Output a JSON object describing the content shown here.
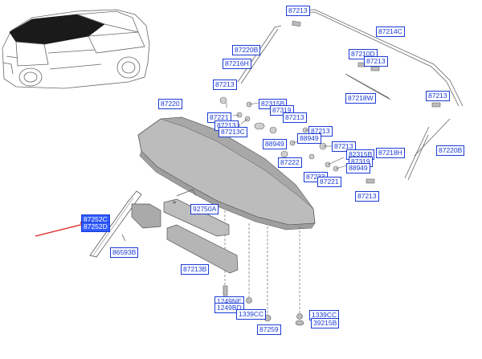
{
  "diagram": {
    "labels": [
      {
        "id": "p87213_top",
        "text": "87213"
      },
      {
        "id": "p87214c",
        "text": "87214C"
      },
      {
        "id": "p87220b_a",
        "text": "87220B"
      },
      {
        "id": "p87216h_a",
        "text": "87216H"
      },
      {
        "id": "p87210d",
        "text": "87210D"
      },
      {
        "id": "p87213_b",
        "text": "87213"
      },
      {
        "id": "p87213_c",
        "text": "87213"
      },
      {
        "id": "p87218w",
        "text": "87218W"
      },
      {
        "id": "p87213_r",
        "text": "87213"
      },
      {
        "id": "p87220",
        "text": "87220"
      },
      {
        "id": "p82315b_a",
        "text": "82315B"
      },
      {
        "id": "p87319_a",
        "text": "87319"
      },
      {
        "id": "p87221_a",
        "text": "87221"
      },
      {
        "id": "p87213_d",
        "text": "87213"
      },
      {
        "id": "p87213_e",
        "text": "87213"
      },
      {
        "id": "p87213c",
        "text": "87213C"
      },
      {
        "id": "p87213_f",
        "text": "87213"
      },
      {
        "id": "p88949_a",
        "text": "88949"
      },
      {
        "id": "p88949_b",
        "text": "88949"
      },
      {
        "id": "p87213_g",
        "text": "87213"
      },
      {
        "id": "p82315b_b",
        "text": "82315B"
      },
      {
        "id": "p87218h",
        "text": "87218H"
      },
      {
        "id": "p87220b_b",
        "text": "87220B"
      },
      {
        "id": "p87319_b",
        "text": "87319"
      },
      {
        "id": "p88949_c",
        "text": "88949"
      },
      {
        "id": "p87222",
        "text": "87222"
      },
      {
        "id": "p87233",
        "text": "87233"
      },
      {
        "id": "p87221_b",
        "text": "87221"
      },
      {
        "id": "p87213_h",
        "text": "87213"
      },
      {
        "id": "p92750a",
        "text": "92750A"
      },
      {
        "id": "p87252c",
        "text": "87252C"
      },
      {
        "id": "p87252x",
        "text": "87252D"
      },
      {
        "id": "p86593b",
        "text": "86593B"
      },
      {
        "id": "p87213b",
        "text": "87213B"
      },
      {
        "id": "p1249ne",
        "text": "1249NE"
      },
      {
        "id": "p1249bd",
        "text": "1249BD"
      },
      {
        "id": "p1339cc_a",
        "text": "1339CC"
      },
      {
        "id": "p87259",
        "text": "87259"
      },
      {
        "id": "p1339cc_b",
        "text": "1339CC"
      },
      {
        "id": "p39215b",
        "text": "39215B"
      }
    ],
    "colors": {
      "label_border": "#1a3bd6",
      "label_text": "#1a3bd6",
      "highlight_fill": "#2f5bff",
      "highlight_text": "#ffffff",
      "pointer_arrow": "#e02020",
      "line_art": "#555555",
      "spoiler_fill": "#bcbcbc"
    }
  }
}
